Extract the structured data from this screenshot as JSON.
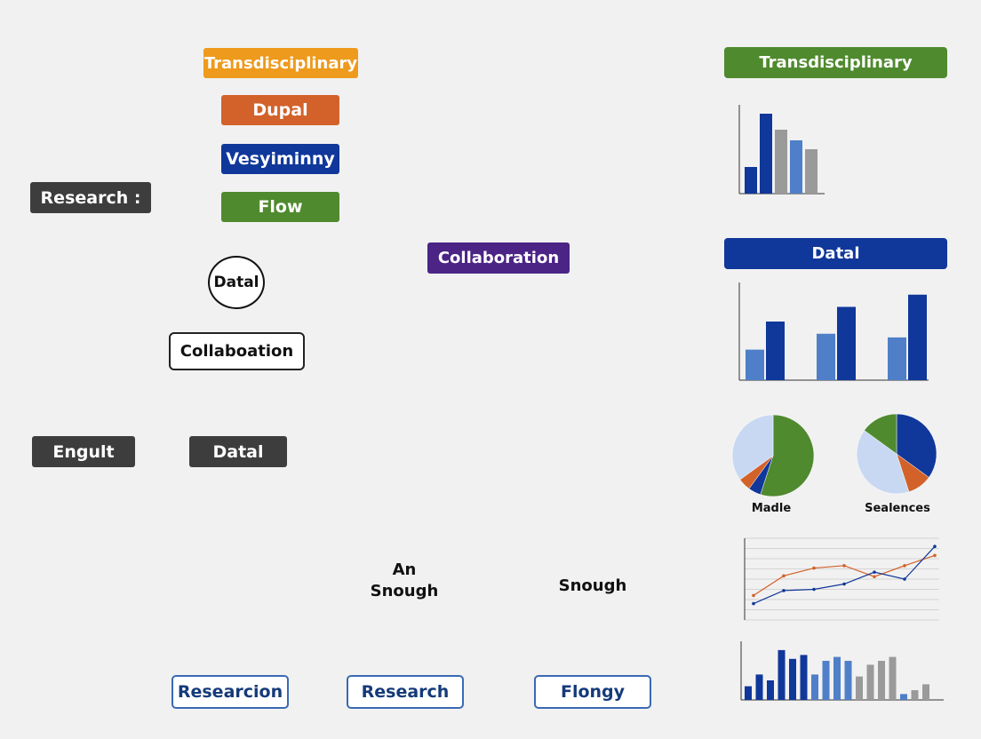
{
  "left": {
    "research_label": "Research :",
    "engult_label": "Engult",
    "datal_bottom": "Datal",
    "datal_circle": "Datal",
    "collaboation_label": "Collaboation",
    "researcion_label": "Researcion"
  },
  "flow": {
    "items": [
      "Transdisciplinary",
      "Dupal",
      "Vesyiminny",
      "Flow"
    ],
    "colors": [
      "#ee9a1c",
      "#d2622a",
      "#10379a",
      "#4f8a2e"
    ]
  },
  "center": {
    "collaboration_label": "Collaboration",
    "hex_left": "An\nSnough",
    "hex_right": "Snough",
    "research_label": "Research",
    "flongy_label": "Flongy"
  },
  "right": {
    "header_top": "Transdisciplinary",
    "header_mid": "Datal",
    "pie_left_label": "Madle",
    "pie_right_label": "Sealences"
  },
  "colors": {
    "green": "#4f8a2e",
    "navy": "#10379a",
    "purple": "#4b2486",
    "red": "#c42026",
    "orange": "#e99838",
    "mid_blue": "#4f7fc8",
    "dark_gray": "#3d3d3d"
  },
  "chart_data": [
    {
      "type": "bar",
      "categories": [
        "",
        "",
        "",
        "",
        "",
        ""
      ],
      "values": [
        3,
        9,
        7.2,
        6,
        5
      ],
      "ylim": [
        0,
        10
      ],
      "colors": [
        "#10379a",
        "#10379a",
        "#9a9a9a",
        "#4f7fc8",
        "#9a9a9a"
      ]
    },
    {
      "type": "bar",
      "categories": [
        "",
        "",
        ""
      ],
      "series": [
        {
          "values": [
            2.5,
            3.8,
            3.5
          ]
        },
        {
          "values": [
            4.8,
            6.0,
            7.0
          ]
        }
      ],
      "ylim": [
        0,
        8
      ]
    },
    {
      "type": "pie",
      "slices": [
        {
          "value": 55,
          "color": "#4f8a2e"
        },
        {
          "value": 5,
          "color": "#10379a"
        },
        {
          "value": 5,
          "color": "#d2622a"
        },
        {
          "value": 35,
          "color": "#c8d8f2"
        }
      ]
    },
    {
      "type": "pie",
      "slices": [
        {
          "value": 35,
          "color": "#10379a"
        },
        {
          "value": 10,
          "color": "#d2622a"
        },
        {
          "value": 40,
          "color": "#c8d8f2"
        },
        {
          "value": 15,
          "color": "#4f8a2e"
        }
      ]
    },
    {
      "type": "line",
      "series": [
        {
          "color": "#d2622a",
          "values": [
            [
              0,
              60
            ],
            [
              1,
              108
            ],
            [
              2,
              127
            ],
            [
              3,
              133
            ],
            [
              4,
              106
            ],
            [
              5,
              133
            ],
            [
              6,
              158
            ]
          ]
        },
        {
          "color": "#10379a",
          "values": [
            [
              0,
              40
            ],
            [
              1,
              72
            ],
            [
              2,
              75
            ],
            [
              3,
              88
            ],
            [
              4,
              117
            ],
            [
              5,
              100
            ],
            [
              6,
              180
            ]
          ]
        }
      ],
      "ylim": [
        0,
        200
      ]
    },
    {
      "type": "bar",
      "values": [
        14,
        26,
        20,
        51,
        42,
        46,
        26,
        40,
        44,
        40,
        24,
        36,
        40,
        44,
        6,
        10,
        16
      ],
      "colors": [
        "#10379a",
        "#10379a",
        "#10379a",
        "#10379a",
        "#10379a",
        "#10379a",
        "#4f7fc8",
        "#4f7fc8",
        "#4f7fc8",
        "#4f7fc8",
        "#9a9a9a",
        "#9a9a9a",
        "#9a9a9a",
        "#9a9a9a",
        "#4f7fc8",
        "#9a9a9a",
        "#9a9a9a"
      ],
      "ylim": [
        0,
        60
      ]
    }
  ]
}
